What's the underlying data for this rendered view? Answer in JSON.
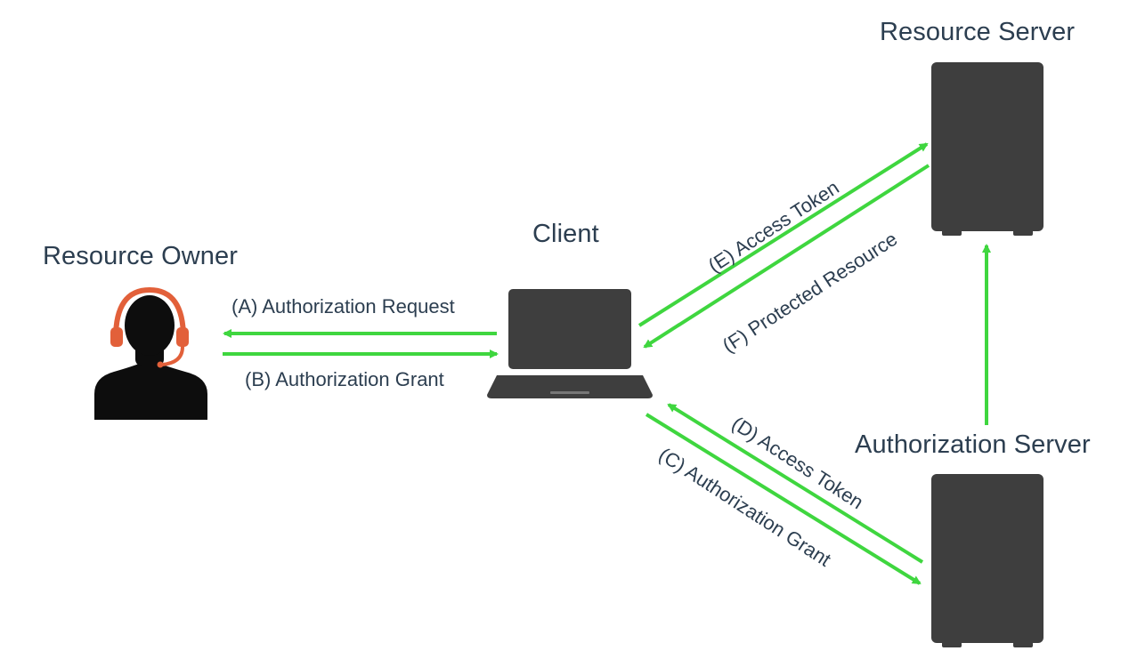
{
  "nodes": {
    "resource_owner": "Resource Owner",
    "client": "Client",
    "resource_server": "Resource Server",
    "authorization_server": "Authorization Server"
  },
  "flows": {
    "a": "(A) Authorization Request",
    "b": "(B) Authorization Grant",
    "c": "(C) Authorization Grant",
    "d": "(D) Access Token",
    "e": "(E) Access Token",
    "f": "(F) Protected Resource"
  },
  "colors": {
    "arrow": "#3fd63f",
    "device": "#3e3e3e",
    "headset": "#e2603a",
    "silhouette": "#0d0d0d",
    "text": "#2c3e50"
  },
  "icons": {
    "owner": "user-headset-icon",
    "client": "laptop-icon",
    "resource_server": "server-icon",
    "authorization_server": "server-icon"
  }
}
